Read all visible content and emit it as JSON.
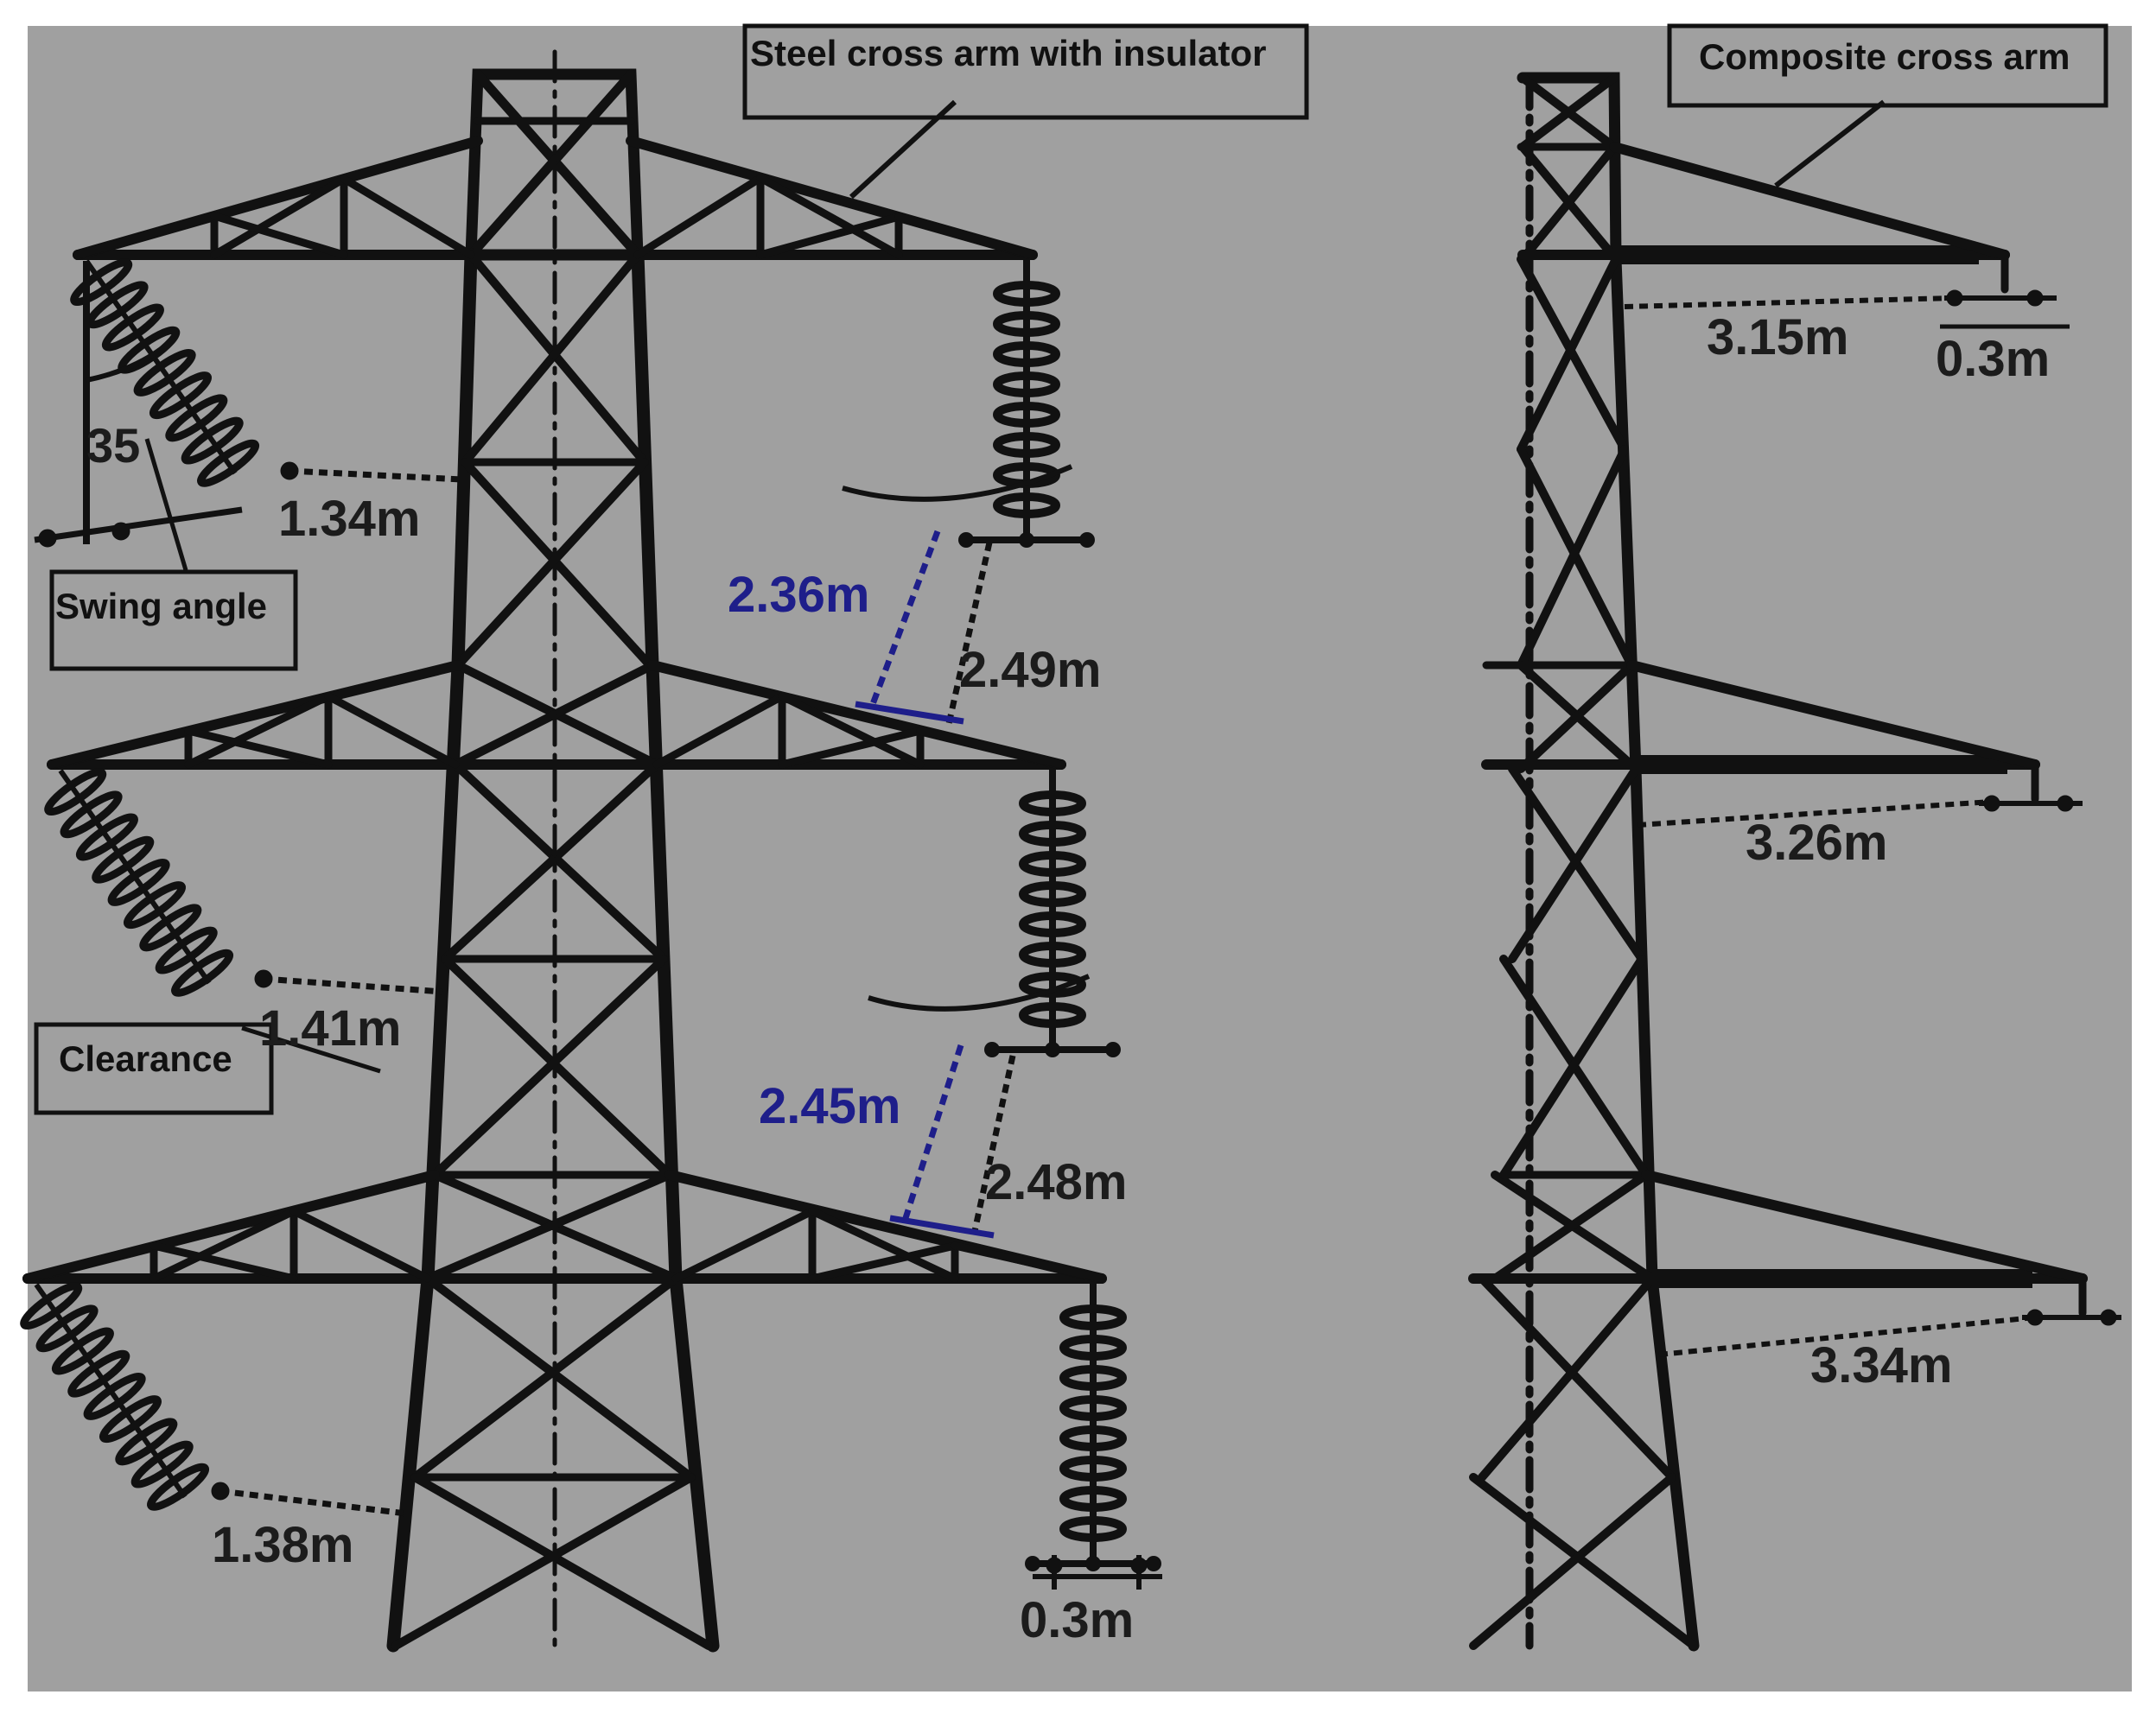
{
  "colors": {
    "background": "#a0a0a0",
    "frame": "#ffffff",
    "line": "#111111",
    "blue_dimension": "#1e1e8a"
  },
  "labels": {
    "steel_cross_arm": "Steel cross arm with insulator",
    "composite_cross_arm": "Composite cross arm",
    "swing_angle": "Swing angle",
    "clearance": "Clearance"
  },
  "steel_tower": {
    "swing_angle_value": "35",
    "left_clearances": [
      "1.34m",
      "1.41m",
      "1.38m"
    ],
    "right_blue_distances": [
      "2.36m",
      "2.45m"
    ],
    "right_distances": [
      "2.49m",
      "2.48m"
    ],
    "bottom_offset": "0.3m"
  },
  "composite_tower": {
    "top_clearance": "3.15m",
    "top_offset": "0.3m",
    "middle_clearance": "3.26m",
    "bottom_clearance": "3.34m"
  },
  "icons": [
    "suspension-insulator-icon",
    "ground-icon"
  ]
}
